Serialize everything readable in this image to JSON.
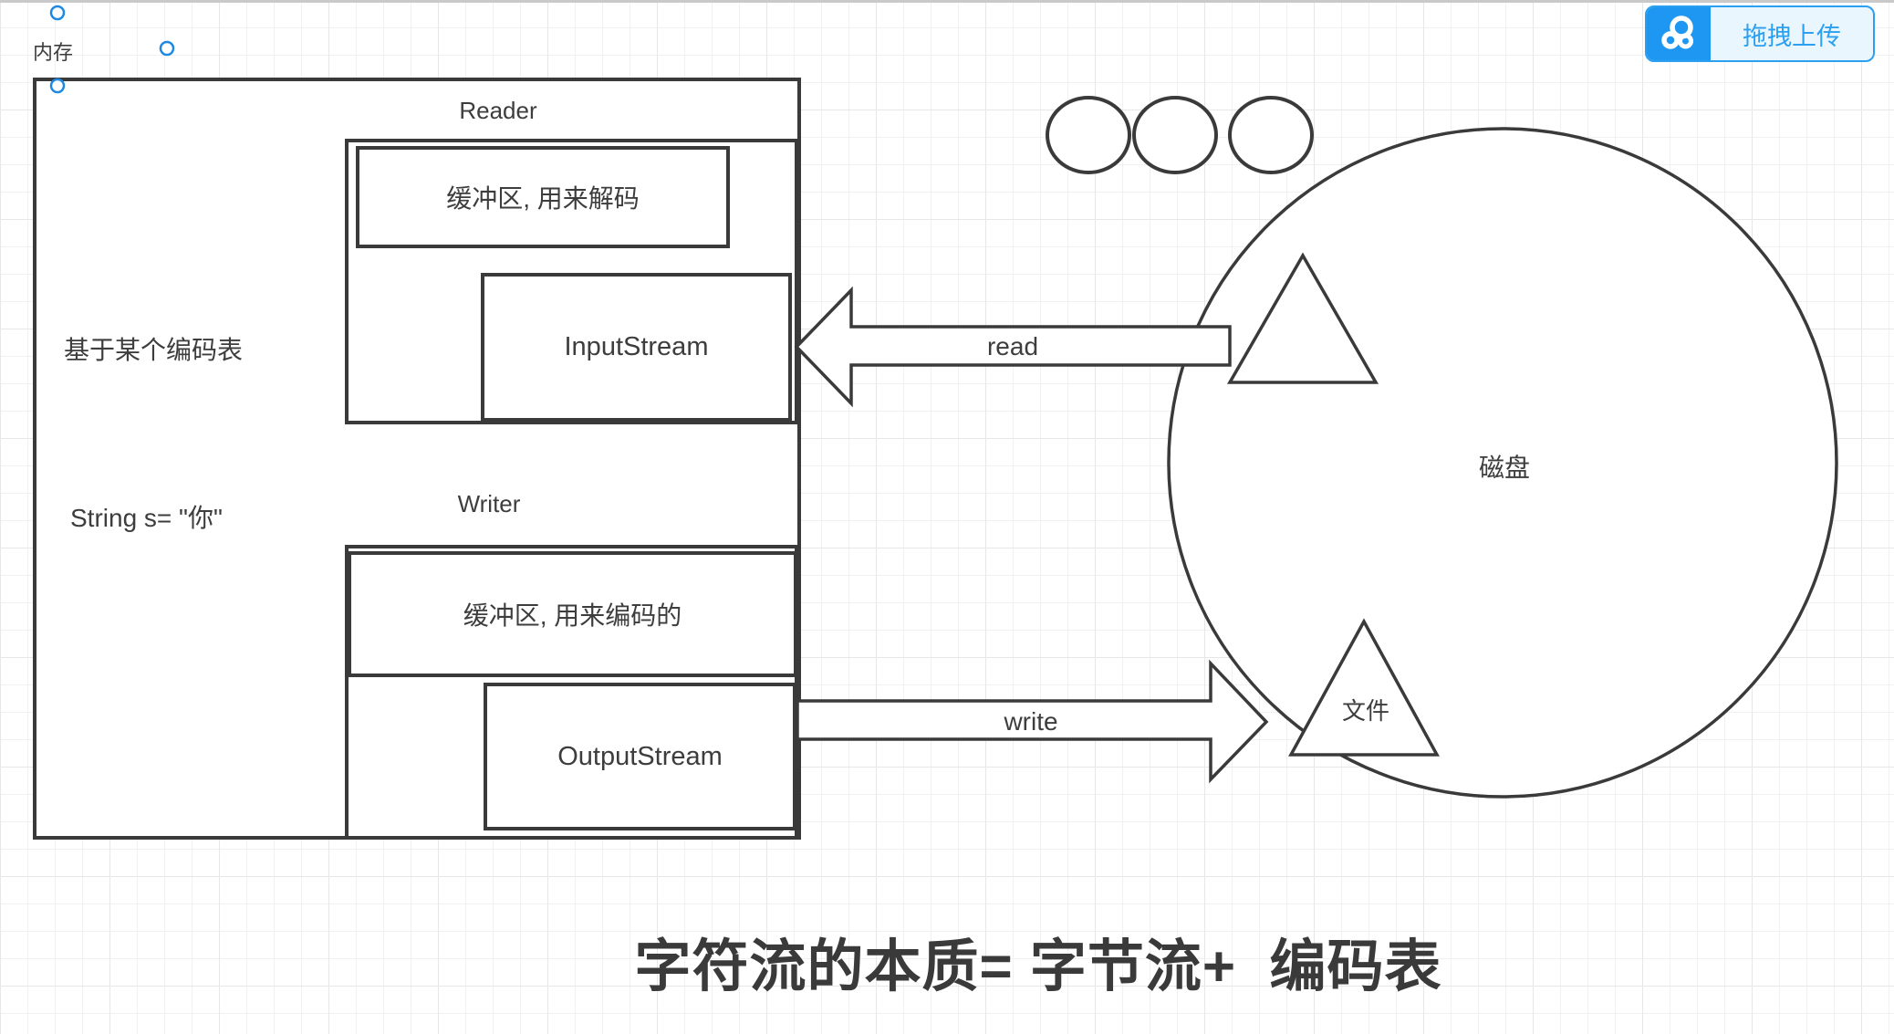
{
  "canvas": {
    "memory_label": "内存",
    "caption": "字符流的本质= 字节流+  编码表"
  },
  "reader_section": {
    "title": "Reader",
    "buffer_label": "缓冲区, 用来解码",
    "stream_label": "InputStream"
  },
  "writer_section": {
    "title": "Writer",
    "buffer_label": "缓冲区, 用来编码的",
    "stream_label": "OutputStream"
  },
  "notes": {
    "encoding_note": "基于某个编码表",
    "string_note": "String s= \"你\""
  },
  "arrows": {
    "read_label": "read",
    "write_label": "write"
  },
  "disk": {
    "label": "磁盘",
    "file_label": "文件"
  },
  "upload_button": {
    "label": "拖拽上传",
    "icon": "cloud-drive-icon"
  },
  "colors": {
    "shape_stroke": "#3a3a3a",
    "accent_blue": "#2b9ff0",
    "button_icon_bg": "#1e97f2",
    "button_bg": "#e9f6fe",
    "handle_blue": "#1e88e5"
  }
}
